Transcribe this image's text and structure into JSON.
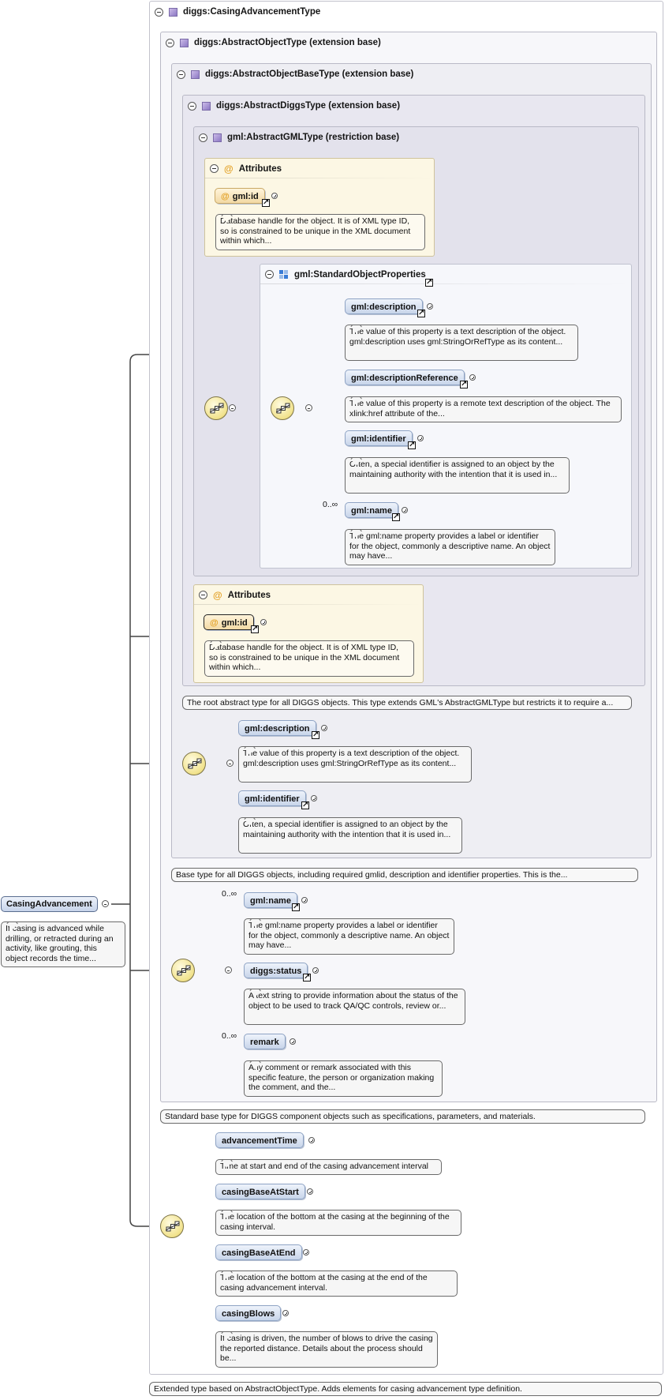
{
  "root": {
    "name": "CasingAdvancement",
    "description": "If casing is advanced while drilling, or retracted during an activity, like grouting, this object records the time..."
  },
  "types": {
    "casing_advancement": "diggs:CasingAdvancementType",
    "abstract_object": "diggs:AbstractObjectType (extension base)",
    "abstract_object_base": "diggs:AbstractObjectBaseType (extension base)",
    "abstract_diggs": "diggs:AbstractDiggsType (extension base)",
    "abstract_gml": "gml:AbstractGMLType (restriction base)"
  },
  "attributes_inner": {
    "title": "Attributes",
    "attr_name": "gml:id",
    "attr_desc": "Database handle for the object. It is of XML type ID, so is constrained to be unique in the XML document within which..."
  },
  "standard_props": {
    "title": "gml:StandardObjectProperties",
    "items": [
      {
        "name": "gml:description",
        "desc": "The value of this property is a text description of the object. gml:description uses gml:StringOrRefType as its content..."
      },
      {
        "name": "gml:descriptionReference",
        "desc": "The value of this property is a remote text description of the object. The xlink:href attribute of the..."
      },
      {
        "name": "gml:identifier",
        "desc": "Often, a special identifier is assigned to an object by the maintaining authority with the intention that it is used in..."
      },
      {
        "name": "gml:name",
        "cardinality": "0..∞",
        "desc": "The gml:name property provides a label or identifier for the object, commonly a descriptive name. An object may have..."
      }
    ]
  },
  "attributes_outer": {
    "title": "Attributes",
    "attr_name": "gml:id",
    "attr_desc": "Database handle for the object. It is of XML type ID, so is constrained to be unique in the XML document within which..."
  },
  "diggs_footer": "The root abstract type for all DIGGS objects. This type extends GML's AbstractGMLType but restricts it to require a...",
  "base_seq": [
    {
      "name": "gml:description",
      "desc": "The value of this property is a text description of the object. gml:description uses gml:StringOrRefType as its content..."
    },
    {
      "name": "gml:identifier",
      "desc": "Often, a special identifier is assigned to an object by the maintaining authority with the intention that it is used in..."
    }
  ],
  "object_base_footer": "Base type for all DIGGS objects, including required gmlid, description and identifier properties. This is the...",
  "object_seq": [
    {
      "name": "gml:name",
      "cardinality": "0..∞",
      "desc": "The gml:name property provides a label or identifier for the object, commonly a descriptive name. An object may have..."
    },
    {
      "name": "diggs:status",
      "desc": "A text string to provide information about the status of the object to be used to track QA/QC controls, review or..."
    },
    {
      "name": "remark",
      "cardinality": "0..∞",
      "desc": "Any comment or remark associated with this specific feature, the person or organization making the comment, and the..."
    }
  ],
  "object_footer": "Standard base type for DIGGS component objects such as specifications, parameters, and materials.",
  "casing_seq": [
    {
      "name": "advancementTime",
      "desc": "Time at start and end of the casing advancement interval"
    },
    {
      "name": "casingBaseAtStart",
      "desc": "The location of the bottom at the casing at the beginning of the casing interval."
    },
    {
      "name": "casingBaseAtEnd",
      "desc": "The location of the bottom at the casing at the end of the casing advancement interval."
    },
    {
      "name": "casingBlows",
      "desc": "If casing is driven, the number of blows to drive the casing the reported distance. Details about the process should be..."
    }
  ],
  "casing_footer": "Extended type based on AbstractObjectType. Adds elements for casing advancement type definition.",
  "colors": {
    "element_fill": "#c8d5ea",
    "attribute_fill": "#fcf7e4",
    "type_icon": "#8c78c4",
    "compositor": "#f1e28c"
  }
}
